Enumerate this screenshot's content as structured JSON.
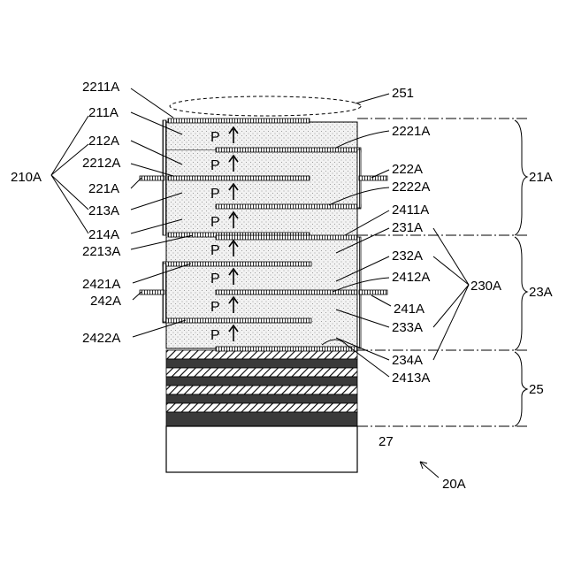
{
  "figure": {
    "ref_number": "20A",
    "polarization_symbol": "P",
    "labels": {
      "l2211A": "2211A",
      "l211A": "211A",
      "l212A": "212A",
      "l2212A": "2212A",
      "l210A": "210A",
      "l221A": "221A",
      "l213A": "213A",
      "l214A": "214A",
      "l2213A": "2213A",
      "l2421A": "2421A",
      "l242A": "242A",
      "l2422A": "2422A",
      "l251": "251",
      "l2221A": "2221A",
      "l222A": "222A",
      "l2222A": "2222A",
      "l2411A": "2411A",
      "l231A": "231A",
      "l232A": "232A",
      "l2412A": "2412A",
      "l241A": "241A",
      "l233A": "233A",
      "l234A": "234A",
      "l2413A": "2413A",
      "l230A": "230A",
      "l21A": "21A",
      "l23A": "23A",
      "l25": "25",
      "l27": "27"
    }
  }
}
